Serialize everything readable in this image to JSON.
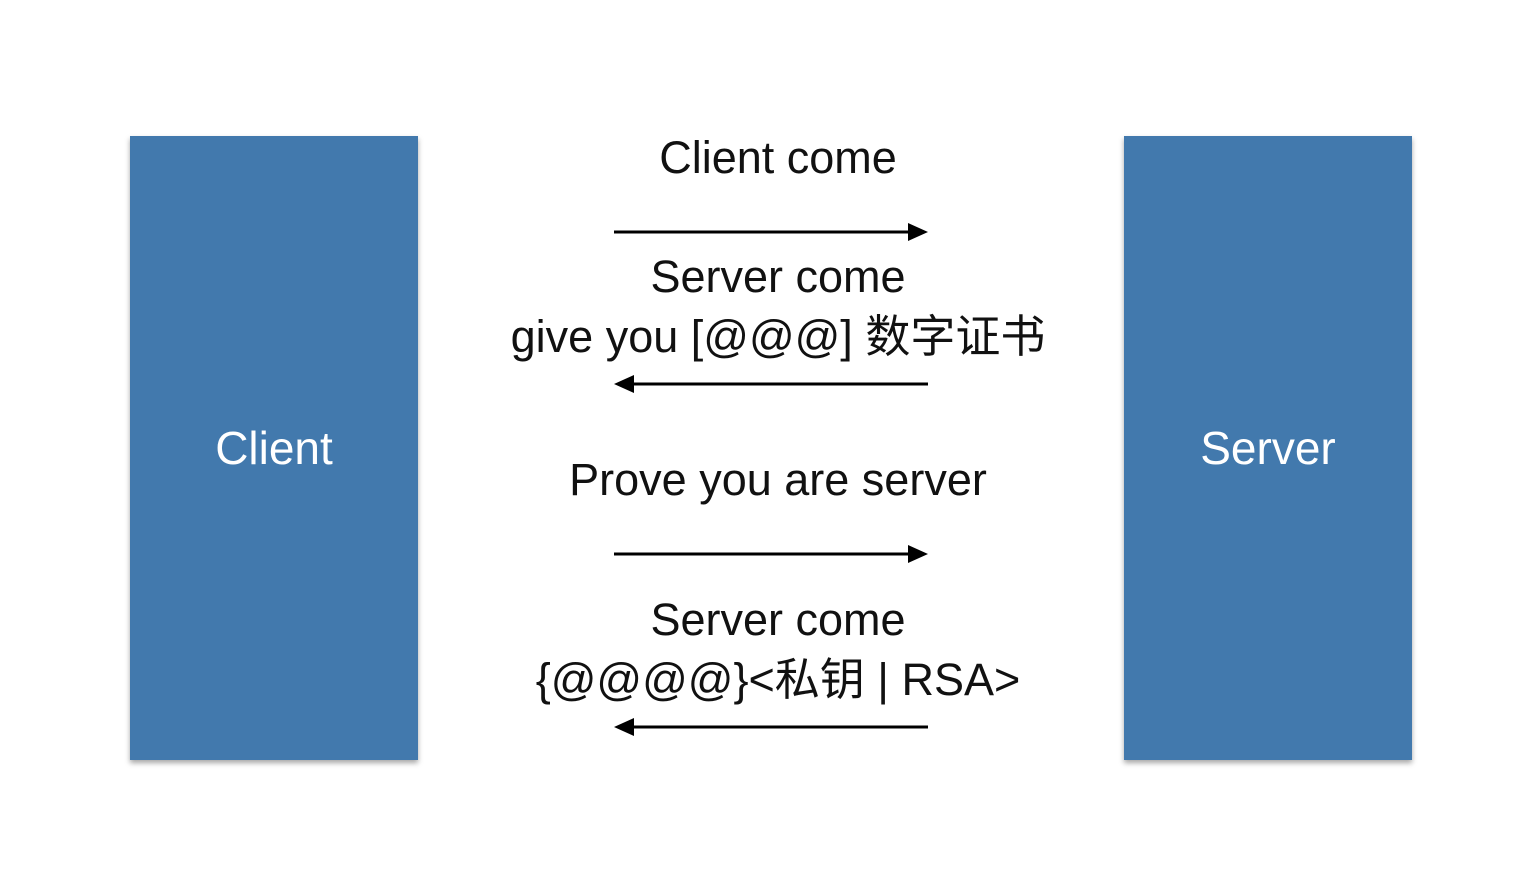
{
  "entities": {
    "client": "Client",
    "server": "Server"
  },
  "messages": [
    {
      "direction": "right",
      "lines": [
        "Client come"
      ]
    },
    {
      "direction": "left",
      "lines": [
        "Server come",
        "give you [@@@] 数字证书"
      ]
    },
    {
      "direction": "right",
      "lines": [
        "Prove you are server"
      ]
    },
    {
      "direction": "left",
      "lines": [
        "Server come",
        "{@@@@}<私钥 | RSA>"
      ]
    }
  ],
  "colors": {
    "box": "#4279ad",
    "box_text": "#ffffff",
    "arrow": "#000000",
    "text": "#111111"
  }
}
